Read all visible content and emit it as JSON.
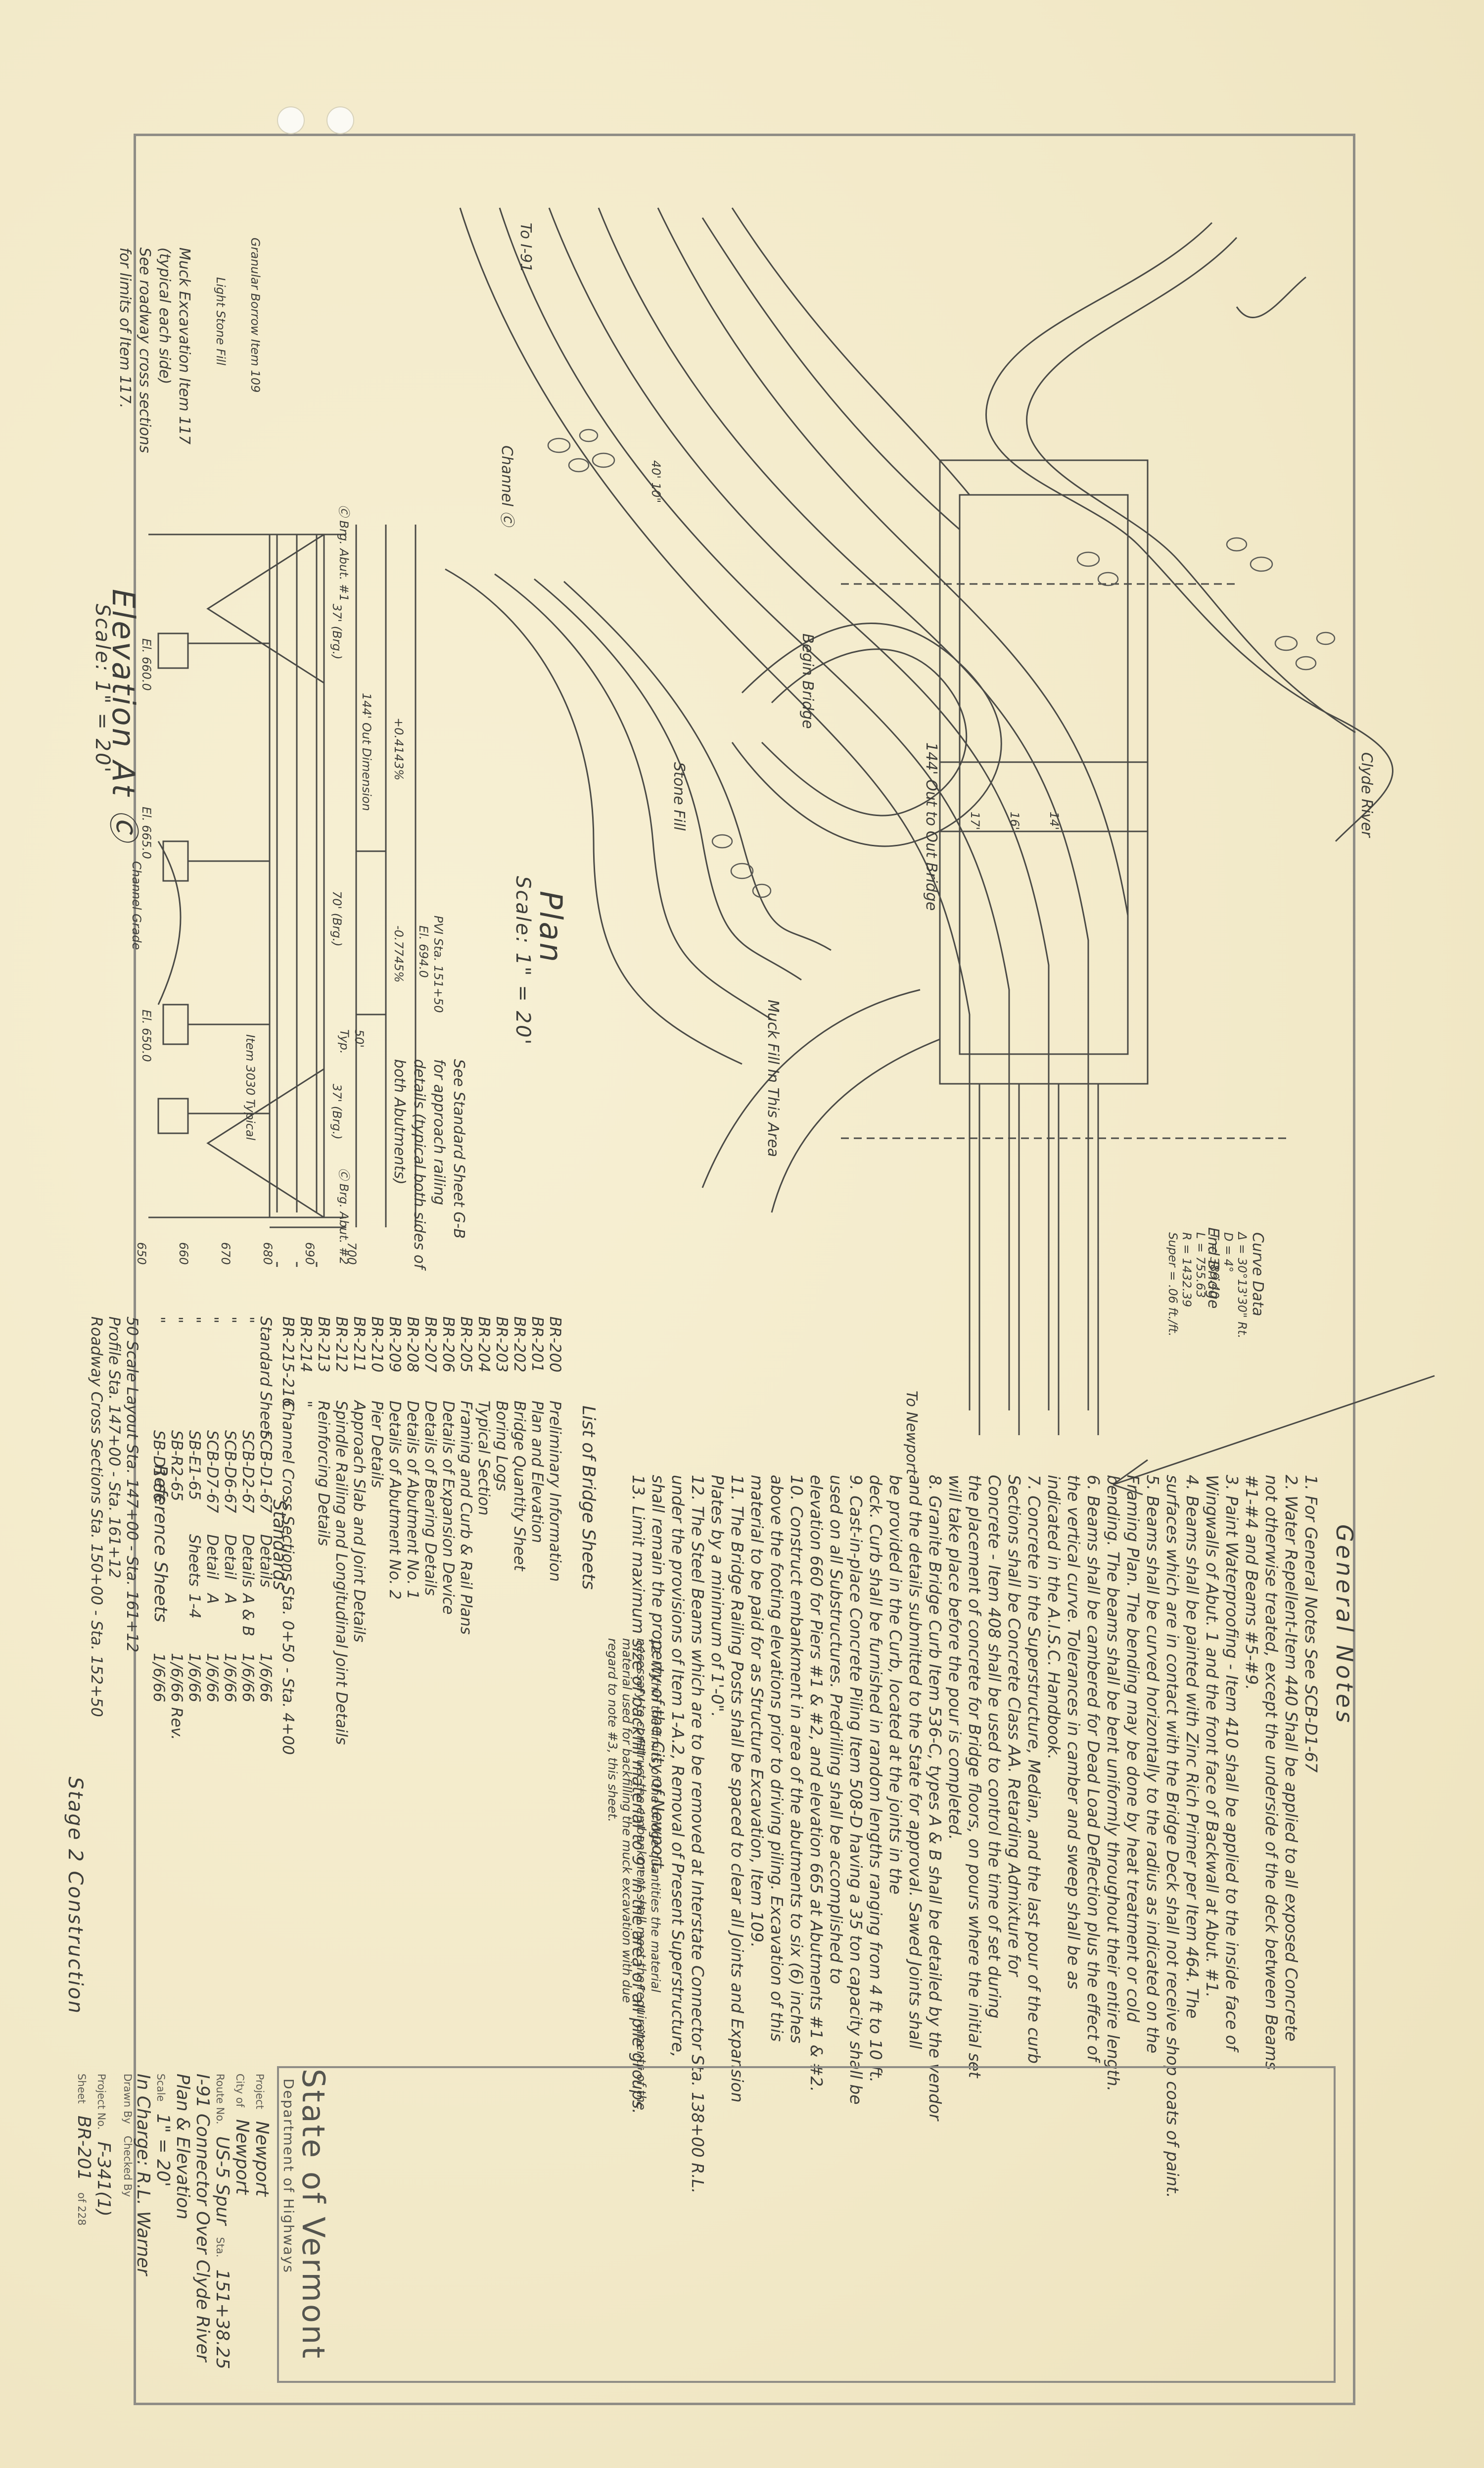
{
  "general_notes": {
    "title": "General Notes",
    "items": [
      "1. For General Notes See SCB-D1-67",
      "2. Water Repellent-Item 440 Shall be applied to all exposed Concrete",
      "not otherwise treated, except the underside of the deck between Beams",
      "#1-#4 and Beams #5-#9.",
      "3. Paint Waterproofing - Item 410 shall be applied to the inside face of",
      "Wingwalls of Abut. 1 and the front face of Backwall at Abut. #1.",
      "4. Beams shall be painted with Zinc Rich Primer per Item 464. The",
      "surfaces which are in contact with the Bridge Deck shall not receive shop coats of paint.",
      "5. Beams shall be curved horizontally to the radius as indicated on the",
      "Framing Plan. The bending may be done by heat treatment or cold",
      "bending. The beams shall be bent uniformly throughout their entire length.",
      "6. Beams shall be cambered for Dead Load Deflection plus the effect of",
      "the vertical curve. Tolerances in camber and sweep shall be as",
      "indicated in the A.I.S.C. Handbook.",
      "7. Concrete in the Superstructure, Median, and the last pour of the curb",
      "Sections shall be Concrete Class AA. Retarding Admixture for",
      "Concrete - Item 408 shall be used to control the time of set during",
      "the placement of concrete for Bridge floors, on pours where the initial set",
      "will take place before the pour is completed.",
      "8. Granite Bridge Curb Item 536-C, types A & B shall be detailed by the vendor",
      "and the details submitted to the State for approval. Sawed Joints shall",
      "be provided in the Curb, located at the joints in the",
      "deck. Curb shall be furnished in random lengths ranging from 4 ft to 10 ft.",
      "9. Cast-in-place Concrete Piling Item 508-D having a 35 ton capacity shall be",
      "used on all Substructures. Predrilling shall be accomplished to",
      "elevation 660 for Piers #1 & #2, and elevation 665 at Abutments #1 & #2.",
      "10. Construct embankment in area of the abutments to six (6) inches",
      "above the footing elevations prior to driving piling. Excavation of this",
      "material to be paid for as Structure Excavation, Item 109.",
      "11. The Bridge Railing Posts shall be spaced to clear all Joints and Expansion",
      "Plates by a minimum of 1'-0\".",
      "12. The Steel Beams which are to be removed at Interstate Connector Sta. 138+00 R.L.",
      "under the provisions of Item 1-A.2, Removal of Present Superstructure,",
      "shall remain the property of the City of Newport.",
      "13. Limit maximum size of backfill material to 9\" in the area of all pile groups."
    ],
    "addendum": [
      "12. Within the limits of the bridge quantities the material",
      "necessary to construct the embankment shall meet the requirements of the",
      "material used for backfilling the muck excavation with due",
      "regard to note #3, this sheet."
    ]
  },
  "bridge_sheets": {
    "title": "List of Bridge Sheets",
    "rows": [
      {
        "no": "BR-200",
        "desc": "Preliminary Information"
      },
      {
        "no": "BR-201",
        "desc": "Plan and Elevation"
      },
      {
        "no": "BR-202",
        "desc": "Bridge Quantity Sheet"
      },
      {
        "no": "BR-203",
        "desc": "Boring Logs"
      },
      {
        "no": "BR-204",
        "desc": "Typical Section"
      },
      {
        "no": "BR-205",
        "desc": "Framing and Curb & Rail Plans"
      },
      {
        "no": "BR-206",
        "desc": "Details of Expansion Device"
      },
      {
        "no": "BR-207",
        "desc": "Details of Bearing Details"
      },
      {
        "no": "BR-208",
        "desc": "Details of Abutment No. 1"
      },
      {
        "no": "BR-209",
        "desc": "Details of Abutment No. 2"
      },
      {
        "no": "BR-210",
        "desc": "Pier Details"
      },
      {
        "no": "BR-211",
        "desc": "Approach Slab and Joint Details"
      },
      {
        "no": "BR-212",
        "desc": "Spindle Railing and Longitudinal Joint Details"
      },
      {
        "no": "BR-213",
        "desc": "Reinforcing Details"
      },
      {
        "no": "BR-214",
        "desc": "\""
      },
      {
        "no": "BR-215-216",
        "desc": "Channel Cross Sections Sta. 0+50 - Sta. 4+00"
      }
    ]
  },
  "standards": {
    "title": "Standards",
    "rows": [
      {
        "label": "Standard Sheet",
        "no": "SCB-D1-67",
        "desc": "Details",
        "ref": "",
        "date": "1/6/66"
      },
      {
        "label": "\"",
        "no": "SCB-D2-67",
        "desc": "Details",
        "ref": "A & B",
        "date": "1/6/66"
      },
      {
        "label": "\"",
        "no": "SCB-D6-67",
        "desc": "Detail",
        "ref": "A",
        "date": "1/6/66"
      },
      {
        "label": "\"",
        "no": "SCB-D7-67",
        "desc": "Detail",
        "ref": "A",
        "date": "1/6/66"
      },
      {
        "label": "\"",
        "no": "SB-E1-65",
        "desc": "Sheets",
        "ref": "1-4",
        "date": "1/6/66"
      },
      {
        "label": "\"",
        "no": "SB-R2-65",
        "desc": "",
        "ref": "",
        "date": "1/6/66 Rev."
      },
      {
        "label": "\"",
        "no": "SB-D1-66",
        "desc": "",
        "ref": "",
        "date": "1/6/66"
      }
    ]
  },
  "reference_sheets": {
    "title": "Reference Sheets",
    "rows": [
      "50 Scale Layout   Sta. 147+00 - Sta. 161+12",
      "Profile   Sta. 147+00 - Sta. 161+12",
      "Roadway Cross Sections   Sta. 150+00 - Sta. 152+50"
    ]
  },
  "stage_label": "Stage 2 Construction",
  "title_block": {
    "state": "State of Vermont",
    "department": "Department of Highways",
    "project_label": "Project",
    "project_value": "Newport",
    "city_label": "City of",
    "city_value": "Newport",
    "route_label": "Route No.",
    "route_value": "US-5 Spur",
    "sta_label": "Sta.",
    "sta_value": "151+38.25",
    "line1": "I-91 Connector Over Clyde River",
    "line2": "Plan & Elevation",
    "scale_label": "Scale",
    "scale_value": "1\" = 20'",
    "charge_line": "In Charge: R.L. Warner",
    "drawn_label": "Drawn By",
    "checked_label": "Checked By",
    "project_no_label": "Project No.",
    "project_no_value": "F-341(1)",
    "sheet_label": "Sheet",
    "sheet_value": "BR-201",
    "sheet_of": "of 228"
  },
  "plan": {
    "title": "Plan",
    "scale": "Scale: 1\" = 20'",
    "curve_data": {
      "title": "Curve Data",
      "rows": [
        "Δ = 30°13'30\" Rt.",
        "D = 4°",
        "T = 389.40",
        "L = 755.63",
        "R = 1432.39",
        "Super = .06 ft./ft."
      ]
    },
    "labels": {
      "to_i91": "To I-91",
      "to_newport": "To Newport",
      "clyde_river": "Clyde River",
      "channel": "Channel Ⓒ",
      "muck_fill": "Muck Fill In This Area",
      "begin_br": "Begin Bridge",
      "end_br": "End Bridge",
      "stone_fill": "Stone Fill",
      "dimension": "144' Out to Out Bridge",
      "width_17": "17'",
      "width_16": "16'",
      "width_14": "14'",
      "width_4010": "40' 10\""
    }
  },
  "elevation": {
    "title": "Elevation At Ⓒ",
    "scale": "Scale: 1\" = 20'",
    "labels": {
      "brg_abut_1": "Ⓒ Brg. Abut. #1",
      "brg_abut_2": "Ⓒ Brg. Abut. #2",
      "dim_37a": "37' (Brg.)",
      "dim_144": "144' Out Dimension",
      "dim_70": "70' (Brg.)",
      "dim_37b": "37' (Brg.)",
      "pvi": "PVI Sta. 151+50",
      "elev_pvi": "El. 694.0",
      "grade_neg": "-0.7745%",
      "grade_pos": "+0.4143%",
      "granular_borrow": "Granular Borrow Item 109",
      "light_stone_fill": "Light Stone Fill",
      "channel_grade": "Channel Grade",
      "el_660": "El. 660.0",
      "el_665": "El. 665.0",
      "el_650": "El. 650.0",
      "muck_excavation": "Muck Excavation Item 117",
      "muck_note_1": "(typical each side)",
      "muck_note_2": "See roadway cross sections",
      "muck_note_3": "for limits of Item 117.",
      "std_note_1": "See Standard Sheet G-B",
      "std_note_2": "for approach railing",
      "std_note_3": "details (typical both sides of",
      "std_note_4": "both Abutments)",
      "curb": "Item 3030 Typical",
      "opt_a": "50'",
      "opt_b": "Typ.",
      "dim_700": "700",
      "dim_690": "690",
      "dim_680": "680",
      "dim_670": "670",
      "dim_660": "660",
      "dim_650": "650"
    }
  },
  "colors": {
    "paper": "#f6efd2",
    "ink": "#3e3e3a",
    "border": "#8f8d86"
  }
}
